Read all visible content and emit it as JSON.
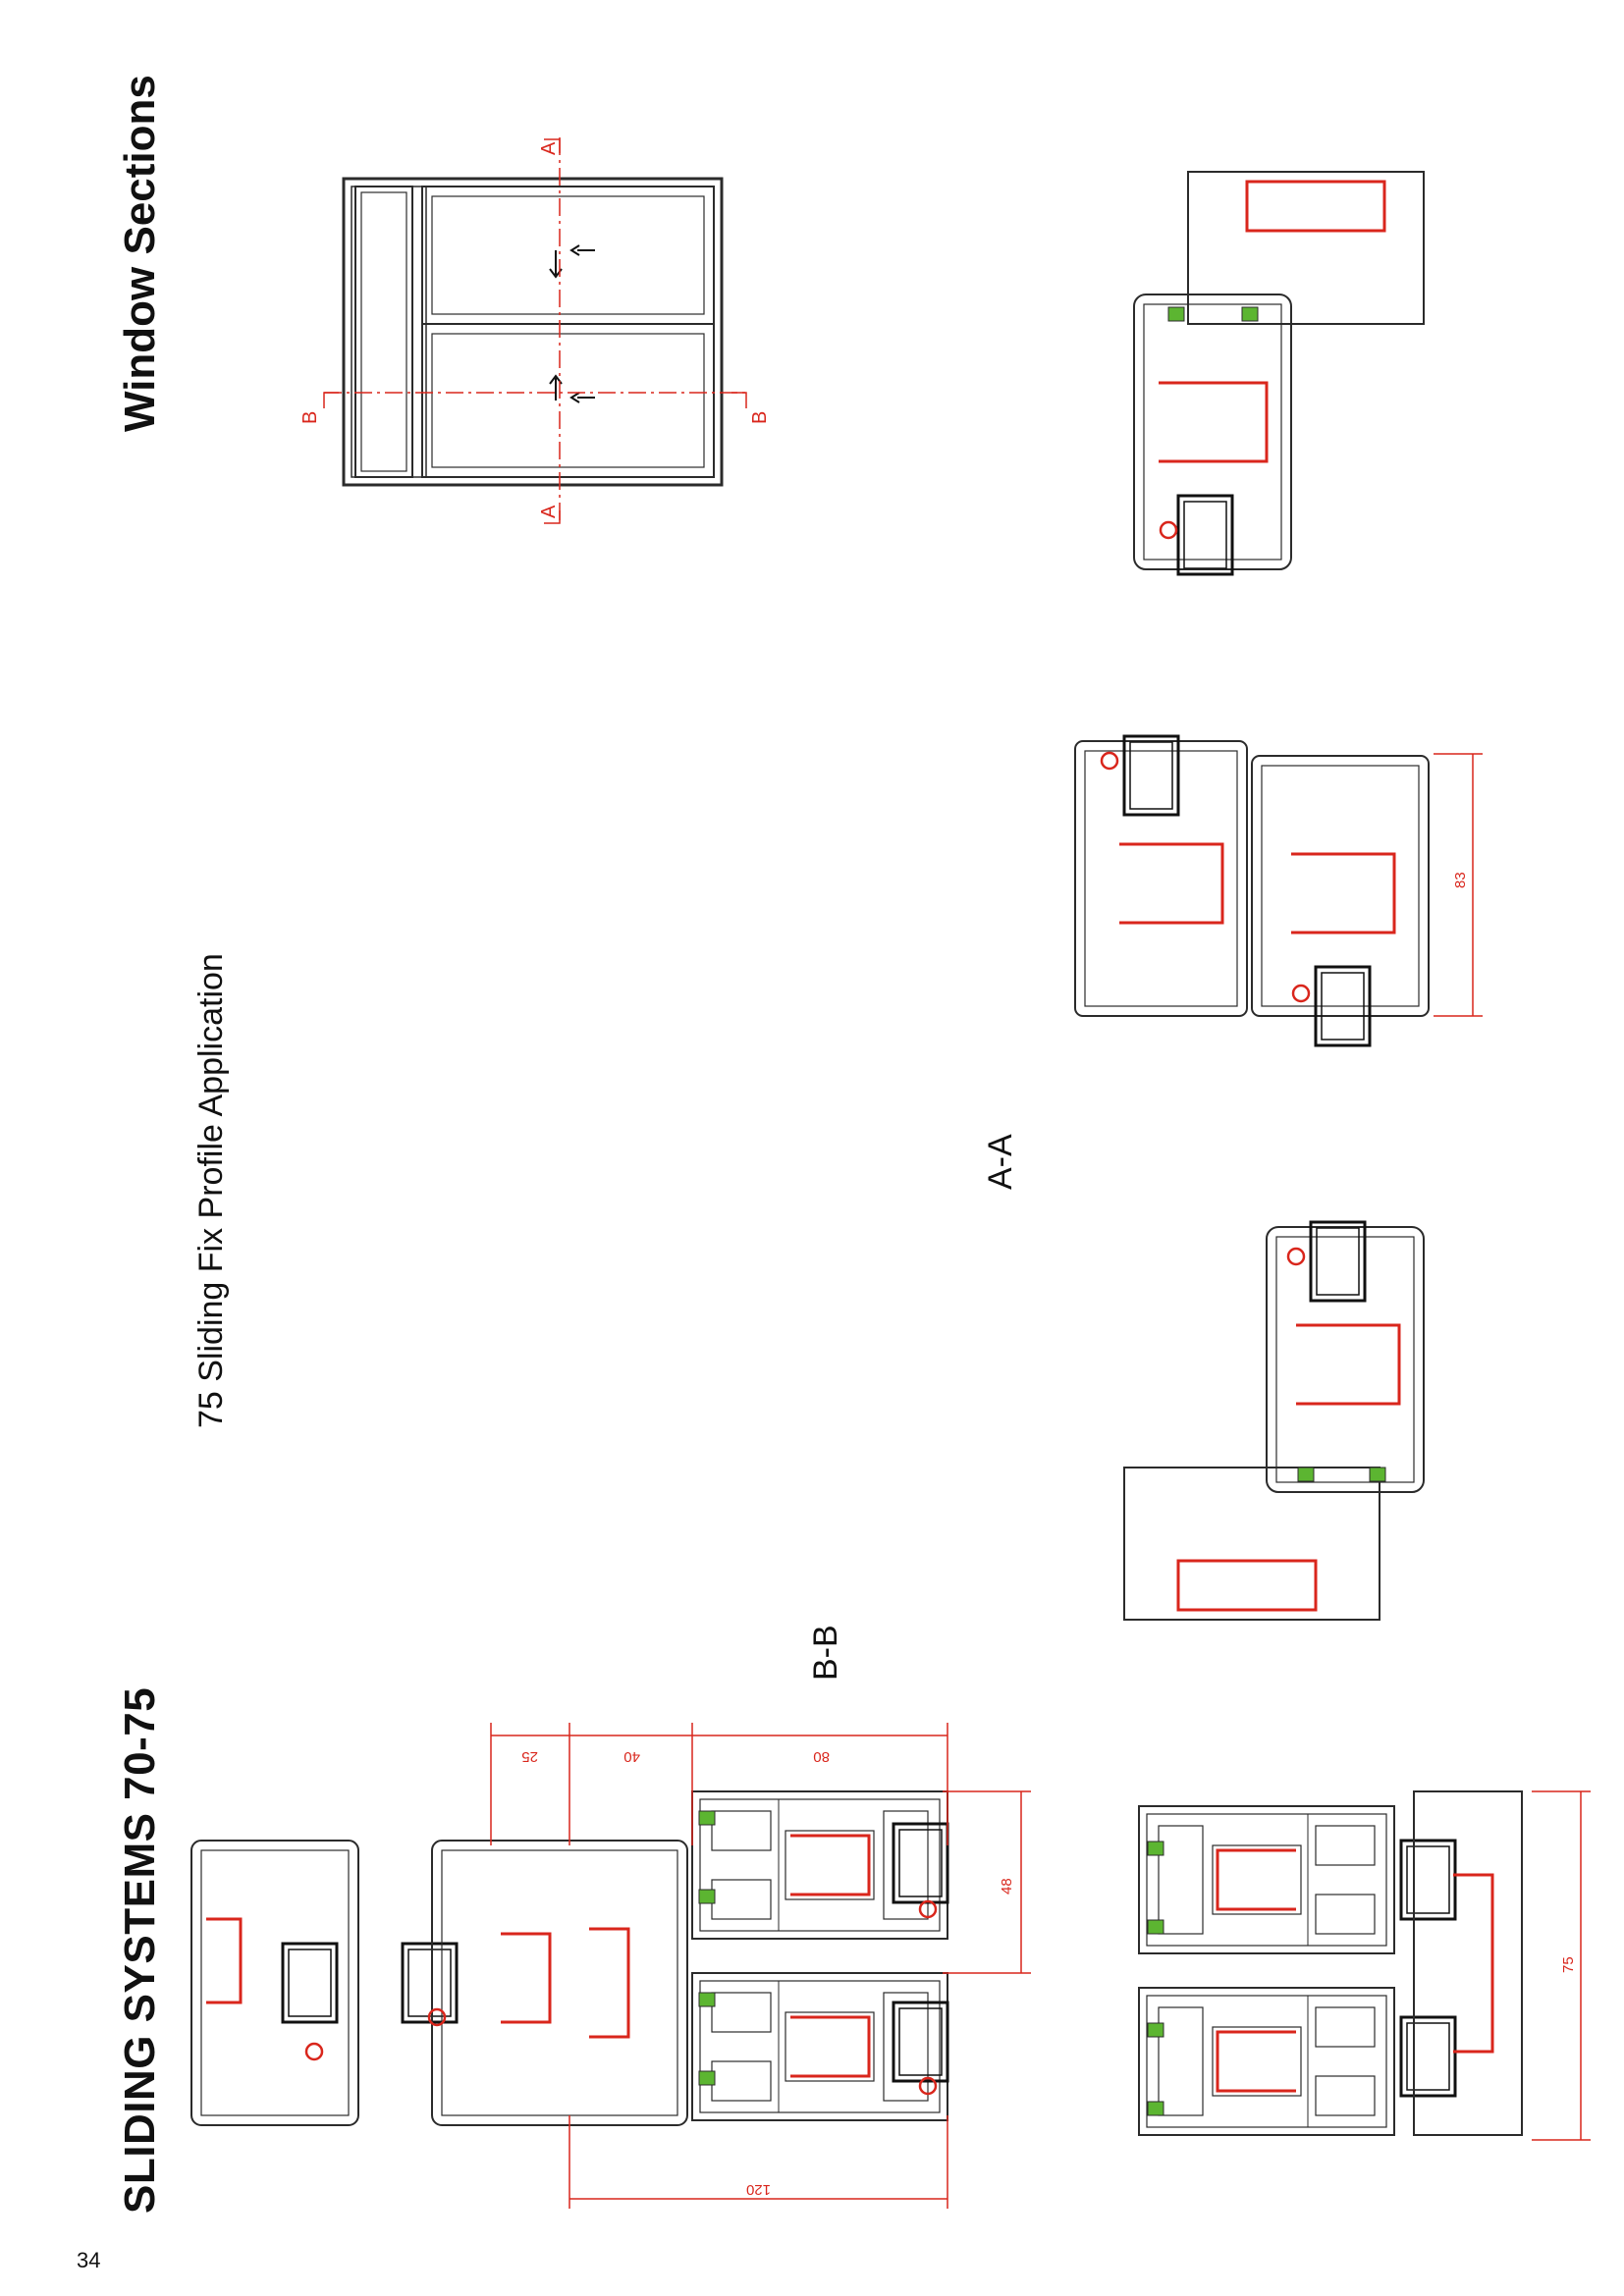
{
  "header": {
    "main_title": "SLIDING SYSTEMS 70-75",
    "section_title": "Window Sections",
    "subtitle": "75 Sliding Fix Profile Application"
  },
  "page_number": "34",
  "elevation": {
    "cut_labels": {
      "a_top": "A",
      "a_bottom": "A",
      "b_left": "B",
      "b_right": "B"
    }
  },
  "section_labels": {
    "bb": "B-B",
    "aa": "A-A"
  },
  "dimensions": {
    "d25": "25",
    "d40": "40",
    "d80": "80",
    "d48": "48",
    "d120": "120",
    "d75": "75",
    "d83": "83"
  },
  "colors": {
    "line": "#2b2b2b",
    "reinforcement": "#d9261c",
    "dimension": "#d9261c",
    "gasket": "#5cb531"
  }
}
